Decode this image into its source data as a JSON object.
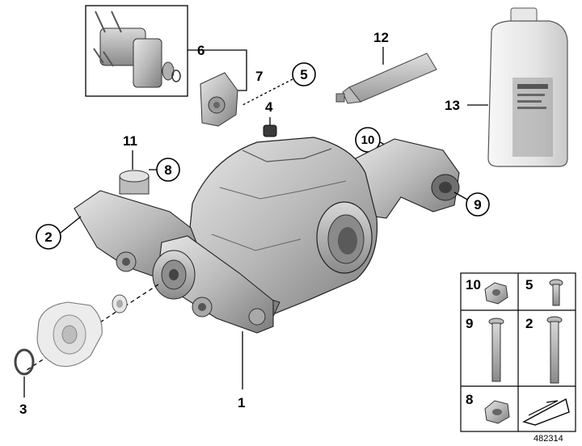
{
  "callouts": {
    "c1": "1",
    "c2": "2",
    "c3": "3",
    "c4": "4",
    "c5": "5",
    "c6": "6",
    "c7": "7",
    "c8": "8",
    "c9": "9",
    "c10": "10",
    "c11": "11",
    "c12": "12",
    "c13": "13"
  },
  "legend": {
    "c10": "10",
    "c5": "5",
    "c9": "9",
    "c2": "2",
    "c8": "8"
  },
  "reference": "482314",
  "colors": {
    "metal": "#c4c4c4",
    "metal_dark": "#8f8f8f",
    "outline": "#222222",
    "bottle": "#ededed"
  }
}
